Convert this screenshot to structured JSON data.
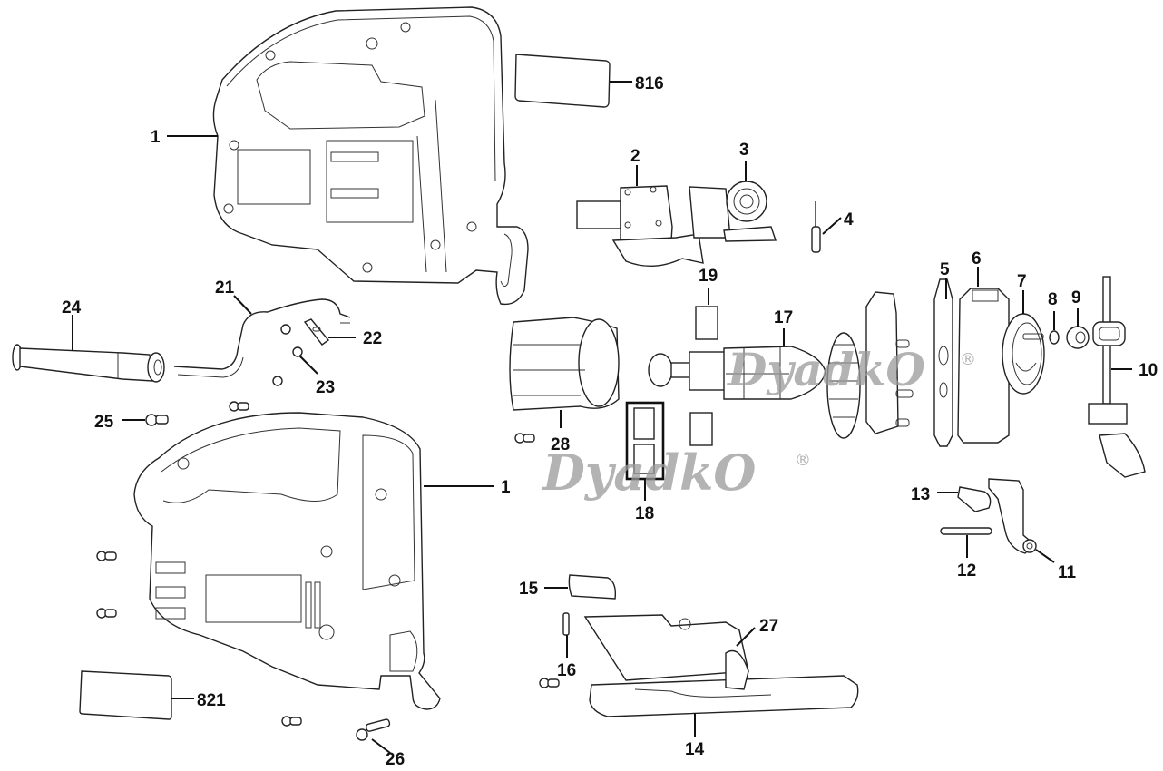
{
  "diagram": {
    "title": "Jigsaw exploded parts diagram",
    "watermark": {
      "text": "DyadkO",
      "registered": "®"
    },
    "callouts": [
      {
        "id": "c1a",
        "label": "1",
        "part": "housing-half-left"
      },
      {
        "id": "c816",
        "label": "816",
        "part": "label-plate-top"
      },
      {
        "id": "c2",
        "label": "2",
        "part": "switch"
      },
      {
        "id": "c3",
        "label": "3",
        "part": "speed-control-dial"
      },
      {
        "id": "c4",
        "label": "4",
        "part": "pin"
      },
      {
        "id": "c5",
        "label": "5",
        "part": "gasket-plate"
      },
      {
        "id": "c6",
        "label": "6",
        "part": "gear-housing"
      },
      {
        "id": "c7",
        "label": "7",
        "part": "eccentric-gear"
      },
      {
        "id": "c8",
        "label": "8",
        "part": "washer"
      },
      {
        "id": "c9",
        "label": "9",
        "part": "bearing"
      },
      {
        "id": "c10",
        "label": "10",
        "part": "plunger-assembly"
      },
      {
        "id": "c11",
        "label": "11",
        "part": "roller-guide"
      },
      {
        "id": "c12",
        "label": "12",
        "part": "pivot-pin"
      },
      {
        "id": "c13",
        "label": "13",
        "part": "orbital-lever"
      },
      {
        "id": "c14",
        "label": "14",
        "part": "shoe-base"
      },
      {
        "id": "c15",
        "label": "15",
        "part": "shoe-cap"
      },
      {
        "id": "c16",
        "label": "16",
        "part": "rivet"
      },
      {
        "id": "c17",
        "label": "17",
        "part": "armature"
      },
      {
        "id": "c18",
        "label": "18",
        "part": "brush-set"
      },
      {
        "id": "c19",
        "label": "19",
        "part": "brush-holder"
      },
      {
        "id": "c21",
        "label": "21",
        "part": "cord-wire"
      },
      {
        "id": "c22",
        "label": "22",
        "part": "cord-clamp"
      },
      {
        "id": "c23",
        "label": "23",
        "part": "clamp-screw"
      },
      {
        "id": "c24",
        "label": "24",
        "part": "cord-protector"
      },
      {
        "id": "c25",
        "label": "25",
        "part": "housing-screw"
      },
      {
        "id": "c1b",
        "label": "1",
        "part": "housing-half-right"
      },
      {
        "id": "c28",
        "label": "28",
        "part": "field-stator"
      },
      {
        "id": "c821",
        "label": "821",
        "part": "label-plate-bottom"
      },
      {
        "id": "c26",
        "label": "26",
        "part": "long-screw"
      },
      {
        "id": "c27",
        "label": "27",
        "part": "bevel-adjust-assembly"
      }
    ]
  }
}
